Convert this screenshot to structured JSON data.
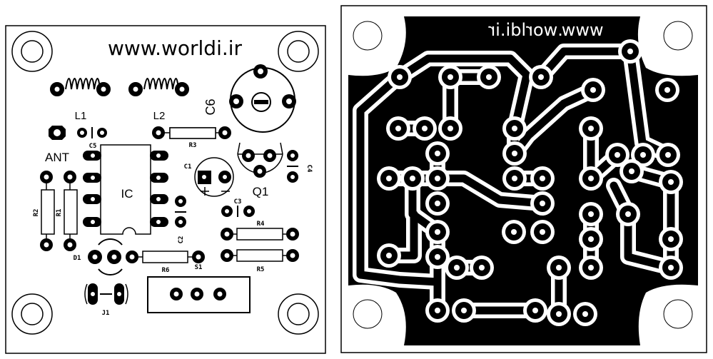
{
  "silkscreen": {
    "url": "www.worldi.ir",
    "labels": {
      "L1": "L1",
      "L2": "L2",
      "C6": "C6",
      "ANT": "ANT",
      "C5": "C5",
      "R3": "R3",
      "IC": "IC",
      "C1": "C1",
      "Q1": "Q1",
      "C4": "C4",
      "R2": "R2",
      "R1": "R1",
      "C2": "C2",
      "C3": "C3",
      "R4": "R4",
      "R5": "R5",
      "D1": "D1",
      "R6": "R6",
      "S1": "S1",
      "J1": "J1"
    }
  },
  "copper": {
    "mirrored_url": "www.worldi.ir"
  },
  "colors": {
    "ink": "#000000",
    "paper": "#ffffff"
  }
}
